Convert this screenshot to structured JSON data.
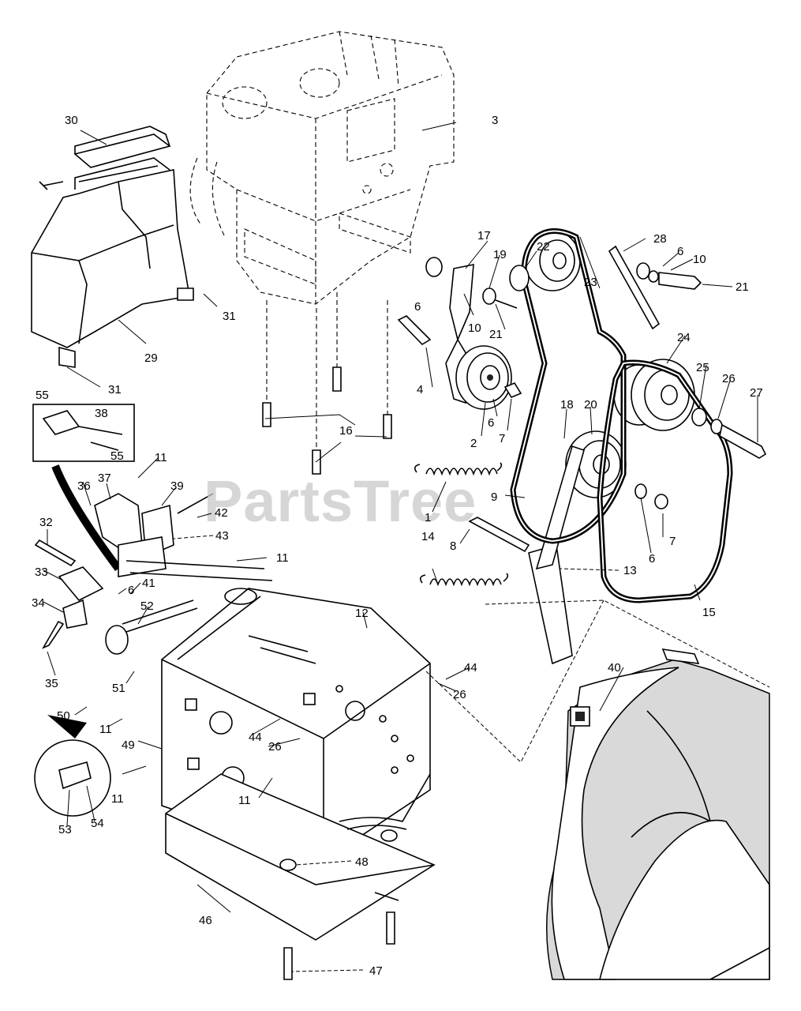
{
  "watermark": {
    "text": "PartsTree",
    "color": "#c8c8c8"
  },
  "callouts": {
    "c1": "1",
    "c2": "2",
    "c3": "3",
    "c4": "4",
    "c6a": "6",
    "c6b": "6",
    "c6c": "6",
    "c6d": "6",
    "c6e": "6",
    "c7a": "7",
    "c7b": "7",
    "c8": "8",
    "c9": "9",
    "c10a": "10",
    "c10b": "10",
    "c11a": "11",
    "c11b": "11",
    "c11c": "11",
    "c11d": "11",
    "c11e": "11",
    "c12": "12",
    "c13": "13",
    "c14": "14",
    "c15": "15",
    "c16": "16",
    "c17": "17",
    "c18": "18",
    "c19": "19",
    "c20": "20",
    "c21a": "21",
    "c21b": "21",
    "c22": "22",
    "c23": "23",
    "c24": "24",
    "c25": "25",
    "c26a": "26",
    "c26b": "26",
    "c26c": "26",
    "c27": "27",
    "c28": "28",
    "c29": "29",
    "c30": "30",
    "c31a": "31",
    "c31b": "31",
    "c32": "32",
    "c33": "33",
    "c34": "34",
    "c35": "35",
    "c36": "36",
    "c37": "37",
    "c38": "38",
    "c39": "39",
    "c40": "40",
    "c41": "41",
    "c42": "42",
    "c43": "43",
    "c44a": "44",
    "c44b": "44",
    "c46": "46",
    "c47": "47",
    "c48": "48",
    "c49": "49",
    "c50": "50",
    "c51": "51",
    "c52": "52",
    "c53": "53",
    "c54": "54",
    "c55a": "55",
    "c55b": "55"
  }
}
